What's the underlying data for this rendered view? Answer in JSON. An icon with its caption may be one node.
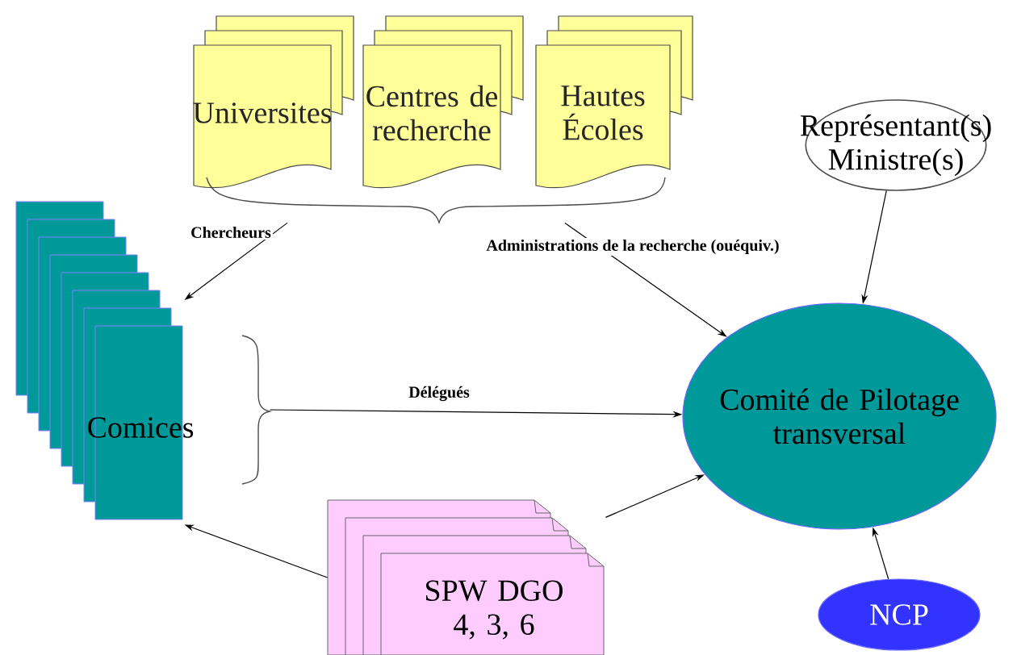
{
  "diagram": {
    "nodes": [
      {
        "text": [
          "Universites"
        ]
      },
      {
        "text": [
          "Centres de recherche"
        ]
      },
      {
        "text": [
          "Hautes Écoles"
        ]
      },
      {
        "text": [
          "Représentant(s) Ministre(s)"
        ]
      },
      {
        "text": [
          "Comices"
        ]
      },
      {
        "text": [
          "Comité de Pilotage transversal"
        ]
      },
      {
        "text": [
          "SPW DGO 4, 3, 6"
        ]
      },
      {
        "text": [
          "NCP"
        ]
      },
      {
        "text": [],
        "shape": "brace"
      },
      {
        "text": [],
        "shape": "brace"
      }
    ],
    "edges": [
      {
        "from": 8,
        "to": 4,
        "arrow": "to",
        "label": "Chercheurs"
      },
      {
        "from": 8,
        "to": 5,
        "arrow": "to",
        "label": "Administrations de la recherche (ouéquiv.)"
      },
      {
        "from": 9,
        "to": 5,
        "arrow": "to",
        "label": "Délégués"
      },
      {
        "from": 3,
        "to": 5,
        "arrow": "to"
      },
      {
        "from": 6,
        "to": 4,
        "arrow": "to"
      },
      {
        "from": 6,
        "to": 5,
        "arrow": "to"
      },
      {
        "from": 7,
        "to": 5,
        "arrow": "to"
      }
    ]
  }
}
